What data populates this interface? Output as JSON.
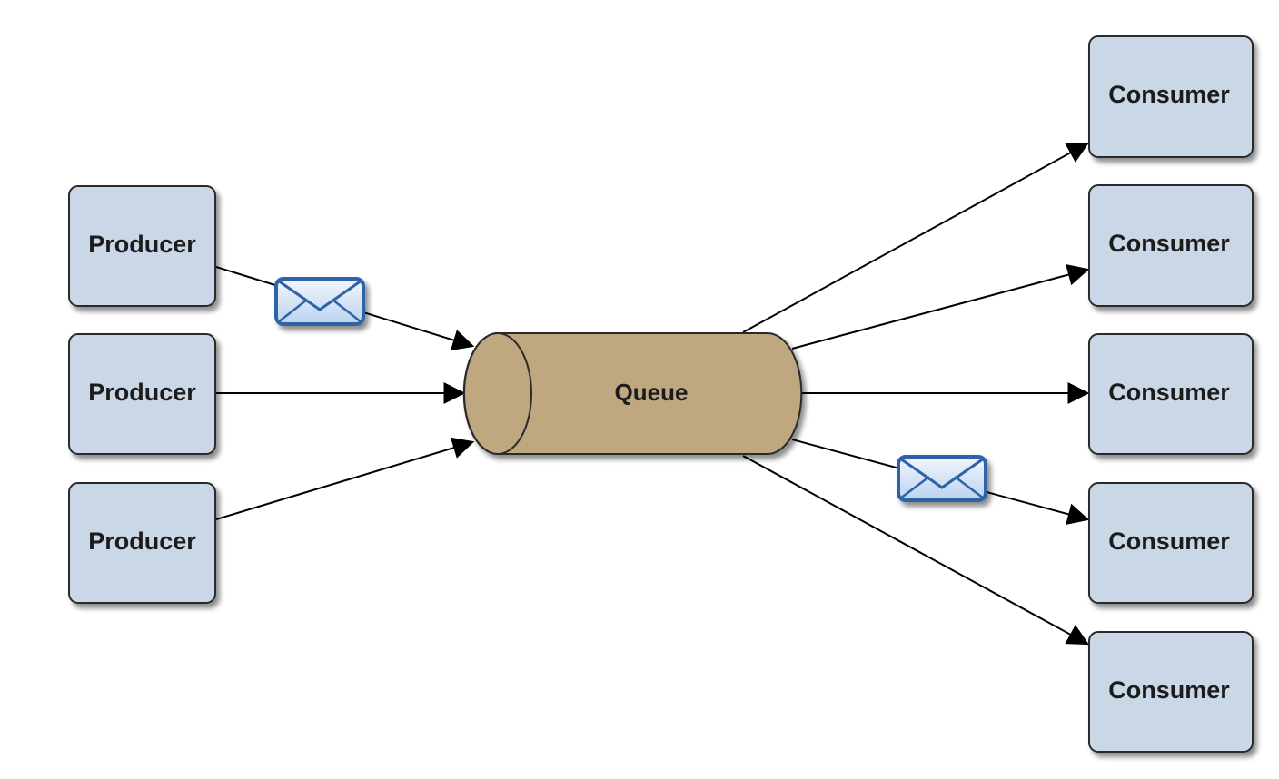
{
  "diagram": {
    "producers": [
      {
        "label": "Producer"
      },
      {
        "label": "Producer"
      },
      {
        "label": "Producer"
      }
    ],
    "queue": {
      "label": "Queue"
    },
    "consumers": [
      {
        "label": "Consumer"
      },
      {
        "label": "Consumer"
      },
      {
        "label": "Consumer"
      },
      {
        "label": "Consumer"
      },
      {
        "label": "Consumer"
      }
    ],
    "message_icons": [
      {
        "name": "envelope-icon",
        "on_edge": "producer-1 to queue"
      },
      {
        "name": "envelope-icon",
        "on_edge": "queue to consumer-4"
      }
    ],
    "colors": {
      "node_fill": "#c9d7e6",
      "node_stroke": "#2b2b2b",
      "queue_fill": "#bfa77f",
      "envelope_fill": "#dce8f7",
      "envelope_stroke": "#2e64a8"
    }
  }
}
